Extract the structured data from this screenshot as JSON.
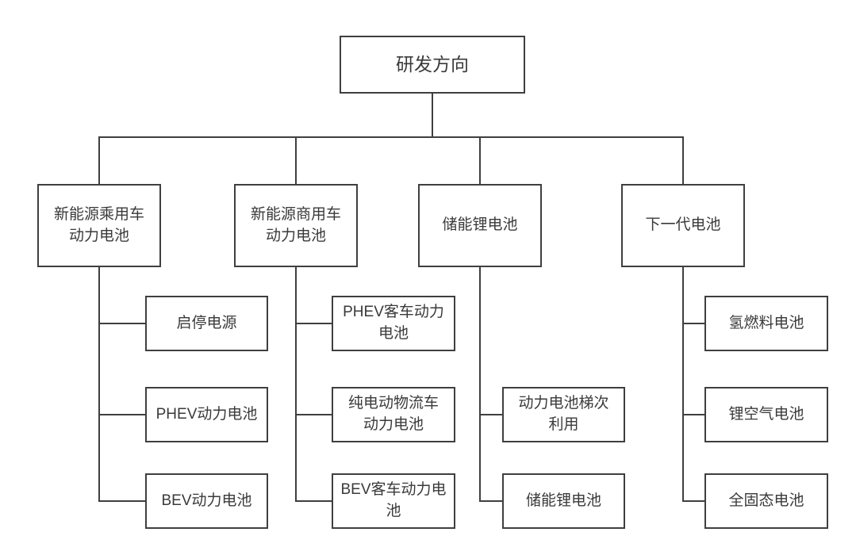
{
  "diagram": {
    "type": "org-tree",
    "root": {
      "label": "研发方向"
    },
    "branches": [
      {
        "label": "新能源乘用车\n动力电池",
        "children": [
          {
            "label": "启停电源"
          },
          {
            "label": "PHEV动力电池"
          },
          {
            "label": "BEV动力电池"
          }
        ]
      },
      {
        "label": "新能源商用车\n动力电池",
        "children": [
          {
            "label": "PHEV客车动力\n电池"
          },
          {
            "label": "纯电动物流车\n动力电池"
          },
          {
            "label": "BEV客车动力电\n池"
          }
        ]
      },
      {
        "label": "储能锂电池",
        "children": [
          {
            "label": "动力电池梯次\n利用"
          },
          {
            "label": "储能锂电池"
          }
        ]
      },
      {
        "label": "下一代电池",
        "children": [
          {
            "label": "氢燃料电池"
          },
          {
            "label": "锂空气电池"
          },
          {
            "label": "全固态电池"
          }
        ]
      }
    ],
    "colors": {
      "line": "#3f3f3f",
      "border": "#3f3f3f",
      "text": "#3a3a3a",
      "background": "#ffffff"
    }
  }
}
